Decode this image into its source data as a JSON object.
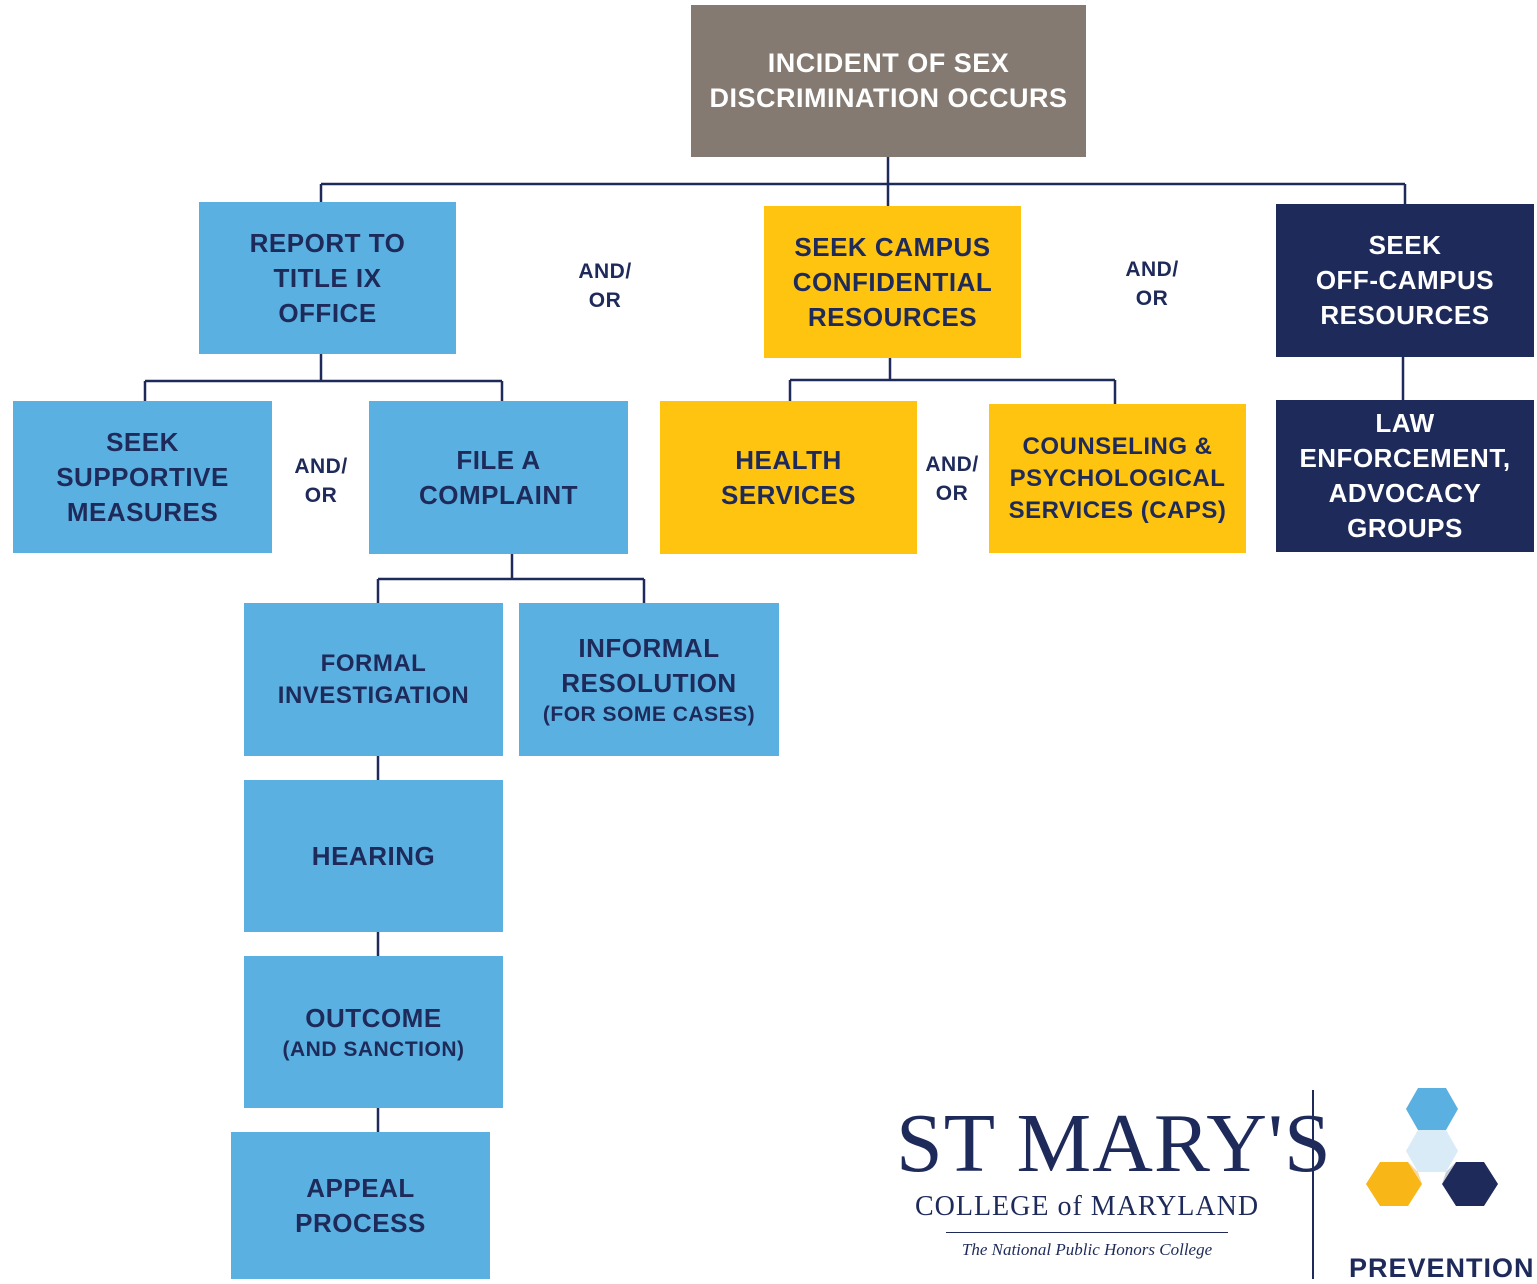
{
  "colors": {
    "gray": "#847a71",
    "light_blue": "#5ab0e0",
    "yellow": "#fec40f",
    "navy": "#1e2a5a",
    "connector": "#1e2a5a"
  },
  "incident": {
    "line1": "INCIDENT OF SEX",
    "line2": "DISCRIMINATION OCCURS"
  },
  "report": {
    "line1": "REPORT TO",
    "line2": "TITLE IX",
    "line3": "OFFICE"
  },
  "campus": {
    "line1": "SEEK CAMPUS",
    "line2": "CONFIDENTIAL",
    "line3": "RESOURCES"
  },
  "offcampus": {
    "line1": "SEEK",
    "line2": "OFF-CAMPUS",
    "line3": "RESOURCES"
  },
  "supportive": {
    "line1": "SEEK",
    "line2": "SUPPORTIVE",
    "line3": "MEASURES"
  },
  "complaint": {
    "line1": "FILE A",
    "line2": "COMPLAINT"
  },
  "health": {
    "line1": "HEALTH",
    "line2": "SERVICES"
  },
  "caps": {
    "line1": "COUNSELING &",
    "line2": "PSYCHOLOGICAL",
    "line3": "SERVICES (CAPS)"
  },
  "law": {
    "line1": "LAW",
    "line2": "ENFORCEMENT,",
    "line3": "ADVOCACY",
    "line4": "GROUPS"
  },
  "formal": {
    "line1": "FORMAL",
    "line2": "INVESTIGATION"
  },
  "informal": {
    "line1": "INFORMAL",
    "line2": "RESOLUTION",
    "line3": "(FOR SOME CASES)"
  },
  "hearing": {
    "line1": "HEARING"
  },
  "outcome": {
    "line1": "OUTCOME",
    "line2": "(AND SANCTION)"
  },
  "appeal": {
    "line1": "APPEAL",
    "line2": "PROCESS"
  },
  "andor": {
    "line1": "AND/",
    "line2": "OR"
  },
  "logo": {
    "wordmark": "ST MARY'S",
    "college": "COLLEGE of MARYLAND",
    "tagline": "The National Public Honors College",
    "prevention": "PREVENTION"
  }
}
